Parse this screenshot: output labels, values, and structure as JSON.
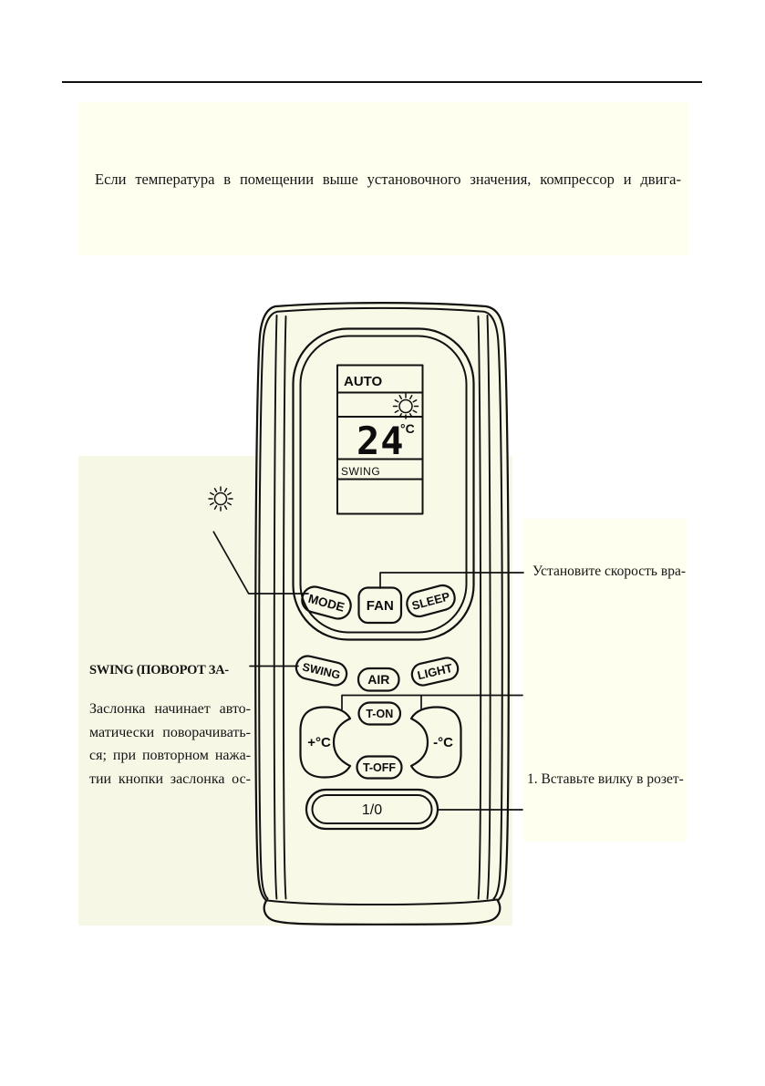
{
  "colors": {
    "page_bg": "#ffffff",
    "box_bg": "#fffff0",
    "figure_bg": "#f7f7e6",
    "remote_fill": "#f9f9e8",
    "line": "#111111"
  },
  "intro_box": {
    "text": "Если температура в помещении выше установочного значения, компрессор и двига-"
  },
  "remote": {
    "display": {
      "mode": "AUTO",
      "temperature": "24",
      "unit": "°C",
      "swing": "SWING"
    },
    "buttons": {
      "mode": "MODE",
      "fan": "FAN",
      "sleep": "SLEEP",
      "swing": "SWING",
      "air": "AIR",
      "light": "LIGHT",
      "t_on": "T-ON",
      "t_off": "T-OFF",
      "temp_up": "+°C",
      "temp_down": "-°C",
      "power": "1/0"
    }
  },
  "annotations": {
    "fan_note": "Установите скорость вра-",
    "swing_heading": "SWING (ПОВОРОТ ЗА-",
    "swing_body": [
      "Заслонка начинает авто-",
      "матически поворачивать-",
      "ся; при повторном нажа-",
      "тии кнопки заслонка ос-"
    ],
    "power_note": "1. Вставьте вилку в розет-"
  },
  "icons": {
    "annotation_sun": "sun-icon",
    "display_sun": "sun-icon"
  }
}
